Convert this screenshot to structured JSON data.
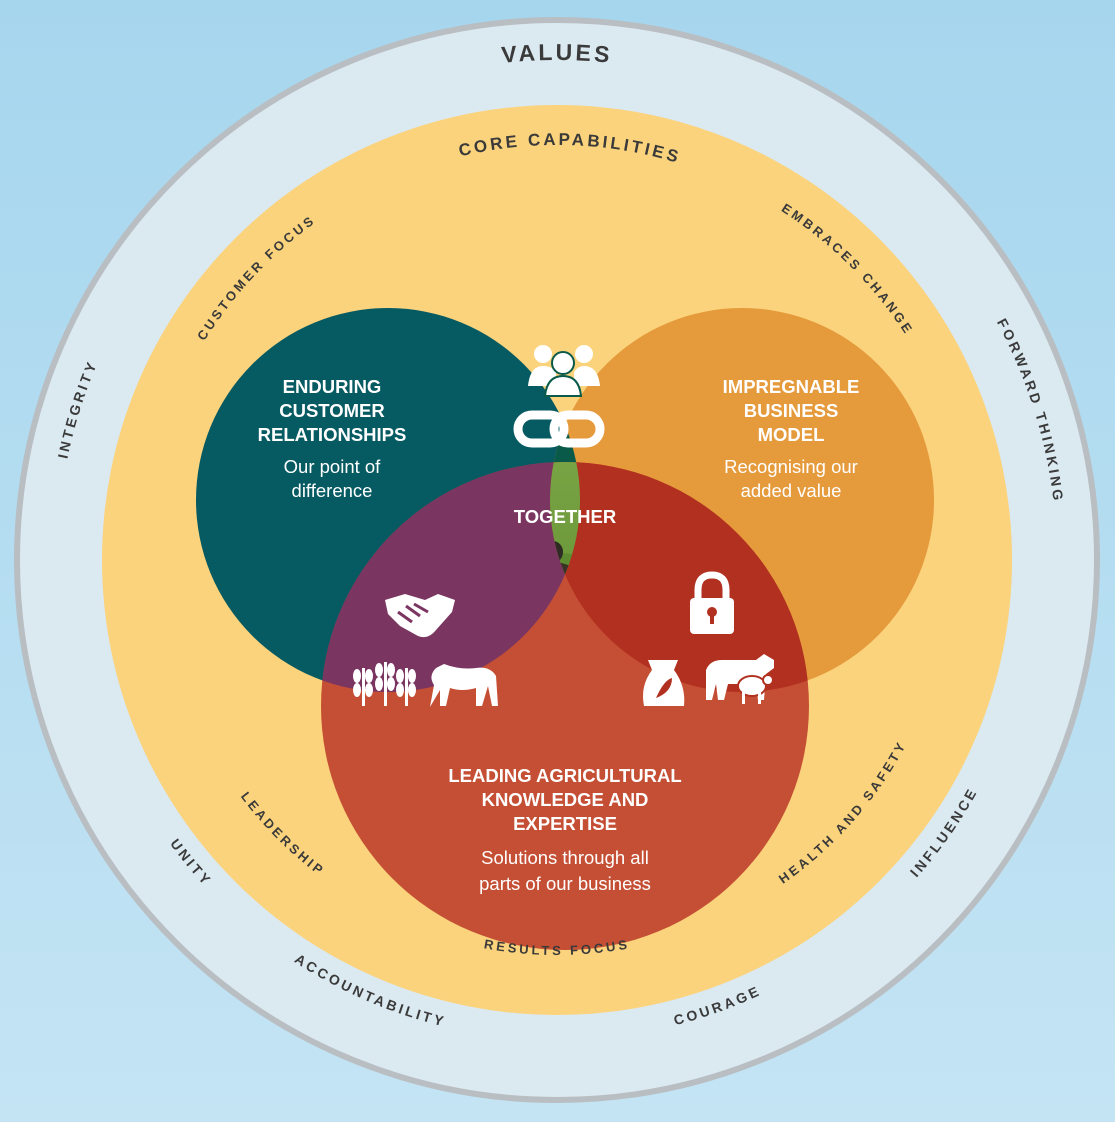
{
  "colors": {
    "sky": "#a9d7ee",
    "values_ring": "#dbe9f1",
    "values_ring_border": "#b9bec2",
    "core_ring": "#fbd37c",
    "customer_circle": "#065a62",
    "business_circle": "#e59a3b",
    "agriculture_circle": "#c54f34",
    "overlap_customer_business": "#0a5a4a",
    "overlap_customer_agriculture": "#7a3561",
    "overlap_business_agriculture": "#b2301f",
    "center_field": "#6e9a3c",
    "ring_text": "#3a3a3a"
  },
  "values_ring": {
    "title": "VALUES",
    "items": [
      "INTEGRITY",
      "FORWARD THINKING",
      "UNITY",
      "ACCOUNTABILITY",
      "COURAGE",
      "INFLUENCE"
    ]
  },
  "core_ring": {
    "title": "CORE CAPABILITIES",
    "items": [
      "CUSTOMER FOCUS",
      "EMBRACES CHANGE",
      "LEADERSHIP",
      "HEALTH AND SAFETY",
      "RESULTS FOCUS"
    ]
  },
  "circles": {
    "customer": {
      "title_lines": [
        "ENDURING",
        "CUSTOMER",
        "RELATIONSHIPS"
      ],
      "subtitle_lines": [
        "Our point of",
        "difference"
      ]
    },
    "business": {
      "title_lines": [
        "IMPREGNABLE",
        "BUSINESS",
        "MODEL"
      ],
      "subtitle_lines": [
        "Recognising our",
        "added value"
      ]
    },
    "agriculture": {
      "title_lines": [
        "LEADING AGRICULTURAL",
        "KNOWLEDGE AND",
        "EXPERTISE"
      ],
      "subtitle_lines": [
        "Solutions through all",
        "parts of our business"
      ]
    }
  },
  "center": {
    "label": "TOGETHER"
  },
  "icons": {
    "top_overlap": [
      "people-group-icon",
      "chain-link-icon"
    ],
    "left_overlap": [
      "handshake-icon",
      "wheat-icon",
      "horse-icon"
    ],
    "right_overlap": [
      "padlock-icon",
      "feed-sack-icon",
      "cow-and-sheep-icon"
    ]
  }
}
